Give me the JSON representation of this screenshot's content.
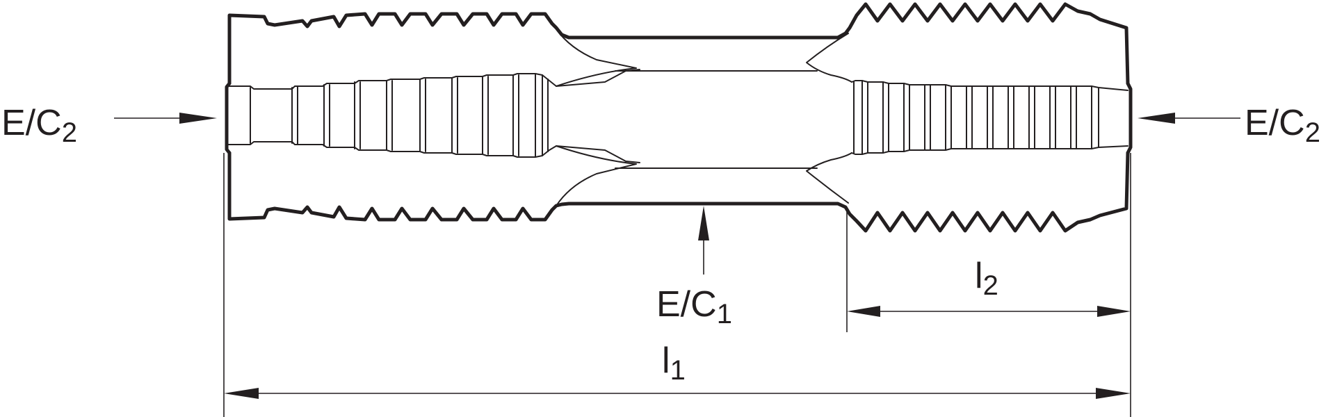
{
  "labels": {
    "left_end": {
      "main": "E/C",
      "sub": "2"
    },
    "right_end": {
      "main": "E/C",
      "sub": "2"
    },
    "middle": {
      "main": "E/C",
      "sub": "1"
    },
    "length_total": {
      "main": "l",
      "sub": "1"
    },
    "length_thread": {
      "main": "l",
      "sub": "2"
    }
  }
}
